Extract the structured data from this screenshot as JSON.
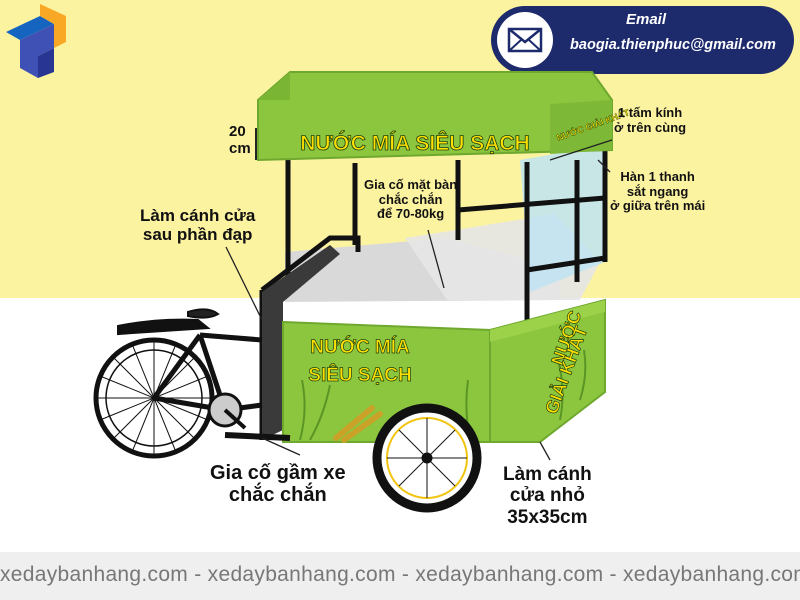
{
  "header": {
    "email_title": "Email",
    "email_address": "baogia.thienphuc@gmail.com"
  },
  "cart": {
    "roof_sign": "NƯỚC MÍA SIÊU SẠCH",
    "roof_side_sign": "NƯỚC GIẢI KHÁT",
    "front_panel_line1": "NƯỚC MÍA",
    "front_panel_line2": "SIÊU SẠCH",
    "side_panel_line1": "NƯỚC",
    "side_panel_line2": "GIẢI KHÁT"
  },
  "annotations": {
    "height_line1": "20",
    "height_line2": "cm",
    "glass_line1": "1 tấm kính",
    "glass_line2": "ở trên cùng",
    "bar_line1": "Hàn 1 thanh",
    "bar_line2": "sắt ngang",
    "bar_line3": "ở giữa trên mái",
    "table_line1": "Gia cố mặt bàn",
    "table_line2": "chắc chắn",
    "table_line3": "để 70-80kg",
    "rear_door_line1": "Làm cánh cửa",
    "rear_door_line2": "sau phần đạp",
    "chassis_line1": "Gia cố gầm xe",
    "chassis_line2": "chắc chắn",
    "small_door_line1": "Làm cánh",
    "small_door_line2": "cửa nhỏ",
    "small_door_line3": "35x35cm"
  },
  "footer": {
    "watermark": "xedaybanhang.com - xedaybanhang.com - xedaybanhang.com - xedaybanhang.com"
  },
  "colors": {
    "background_yellow": "#fcf3a1",
    "cart_green": "#8cc63f",
    "sign_yellow": "#ffe000",
    "email_navy": "#1d2a6c"
  }
}
